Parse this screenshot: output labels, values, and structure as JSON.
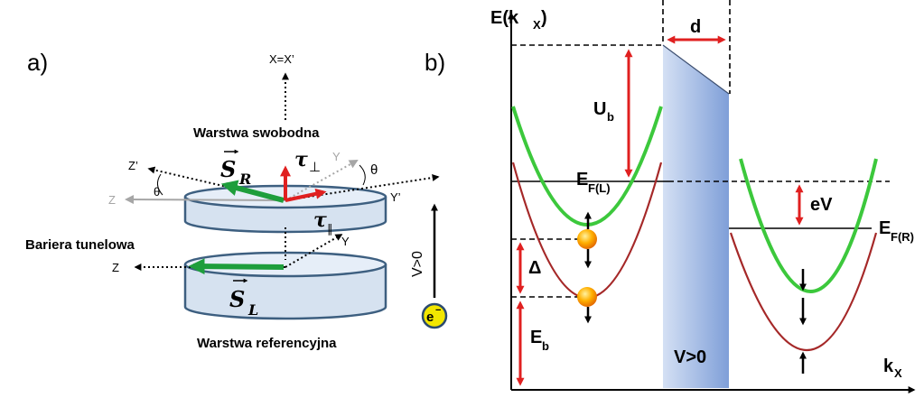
{
  "panel_a": {
    "label": "a)",
    "axis_x": "X=X’",
    "layer_free_label": "Warstwa swobodna",
    "barrier_label": "Bariera tunelowa",
    "layer_ref_label": "Warstwa referencyjna",
    "axis_z_prime": "Z’",
    "axis_z_grey": "Z",
    "axis_z": "Z",
    "axis_y_grey": "Y",
    "axis_y_prime": "Y’",
    "axis_y": "Y",
    "theta_left": "θ",
    "theta_right": "θ",
    "spin_r": "S",
    "spin_r_sub": "R",
    "spin_l": "S",
    "spin_l_sub": "L",
    "tau_perp": "τ",
    "tau_perp_sub": "⊥",
    "tau_par": "τ",
    "tau_par_sub": "∥",
    "voltage": "V>0",
    "electron": "e",
    "electron_sup": "−",
    "colors": {
      "spin": "#1e9e3c",
      "torque": "#e02020",
      "layer": "#d6e2f0",
      "layer_edge": "#3d5f80",
      "electron": "#f2e600"
    }
  },
  "panel_b": {
    "label": "b)",
    "y_axis": "E(k",
    "y_axis_sub": "X",
    "y_axis_end": ")",
    "x_axis": "k",
    "x_axis_sub": "X",
    "d_label": "d",
    "ub_label": "U",
    "ub_sub": "b",
    "efl_label": "E",
    "efl_sub": "F(L)",
    "efr_label": "E",
    "efr_sub": "F(R)",
    "ev_label": "eV",
    "delta_label": "Δ",
    "eb_label": "E",
    "eb_sub": "b",
    "barrier_voltage": "V>0",
    "colors": {
      "majority_band": "#3cc83c",
      "minority_band": "#a52828",
      "barrier": "#a9c0e6",
      "arrow": "#e02020"
    }
  }
}
